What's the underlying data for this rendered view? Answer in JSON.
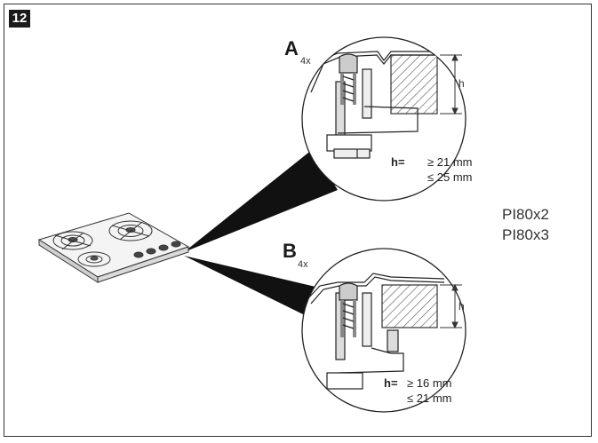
{
  "step": "12",
  "detail_a": {
    "letter": "A",
    "count": "4x",
    "h_label": "h",
    "spec_key": "h=",
    "spec_min": "≥ 21 mm",
    "spec_max": "≤ 25 mm"
  },
  "detail_b": {
    "letter": "B",
    "count": "4x",
    "h_label": "h",
    "spec_key": "h=",
    "spec_min": "≥ 16 mm",
    "spec_max": "≤ 21 mm"
  },
  "models": [
    "PI80x2",
    "PI80x3"
  ]
}
